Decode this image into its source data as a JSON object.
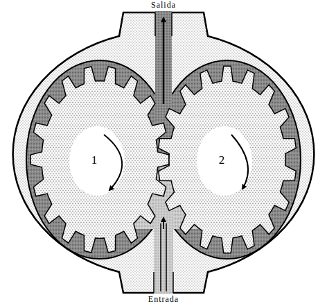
{
  "diagram": {
    "labels": [
      "Salida",
      "1",
      "2",
      "Entrada"
    ]
  }
}
